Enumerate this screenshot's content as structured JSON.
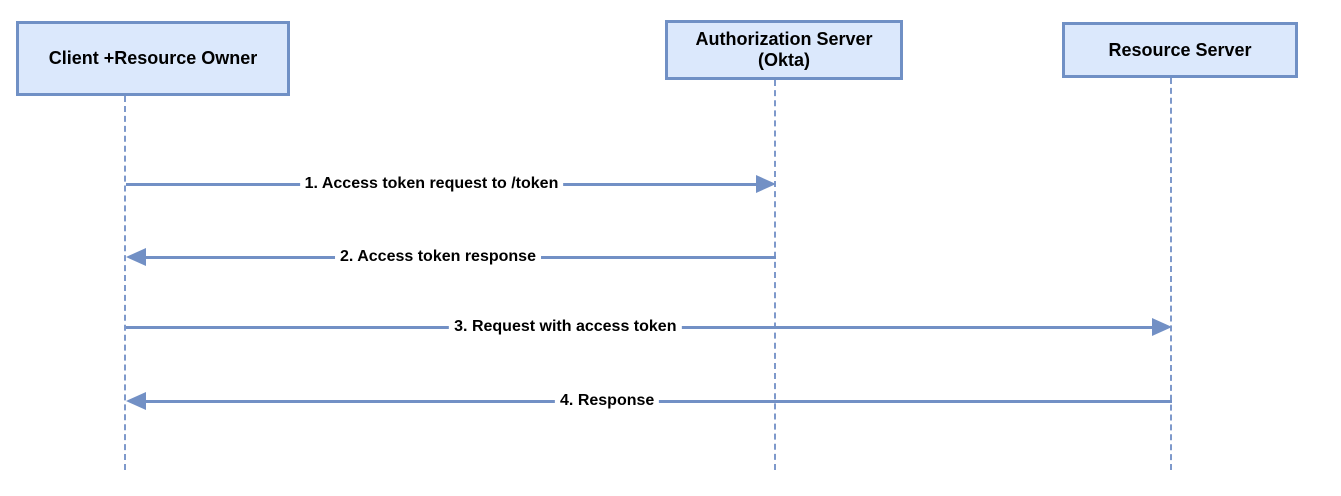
{
  "diagram": {
    "type": "sequence-diagram",
    "actors": [
      {
        "id": "client",
        "label": "Client +Resource Owner"
      },
      {
        "id": "authorization-server",
        "label": "Authorization Server\n(Okta)"
      },
      {
        "id": "resource-server",
        "label": "Resource Server"
      }
    ],
    "messages": [
      {
        "label": "1. Access token request to /token",
        "from": "Client +Resource Owner",
        "to": "Authorization Server (Okta)",
        "direction": "right"
      },
      {
        "label": "2. Access token response",
        "from": "Authorization Server (Okta)",
        "to": "Client +Resource Owner",
        "direction": "left"
      },
      {
        "label": "3. Request with access token",
        "from": "Client +Resource Owner",
        "to": "Resource Server",
        "direction": "right"
      },
      {
        "label": "4. Response",
        "from": "Resource Server",
        "to": "Client +Resource Owner",
        "direction": "left"
      }
    ],
    "lifeline_style": "dashed"
  },
  "colors": {
    "background": "#ffffff",
    "actor_fill": "#dbe8fc",
    "actor_border": "#7090c5",
    "arrow": "#7290c5",
    "lifeline": "#7e99cb",
    "label_text": "#000000"
  }
}
